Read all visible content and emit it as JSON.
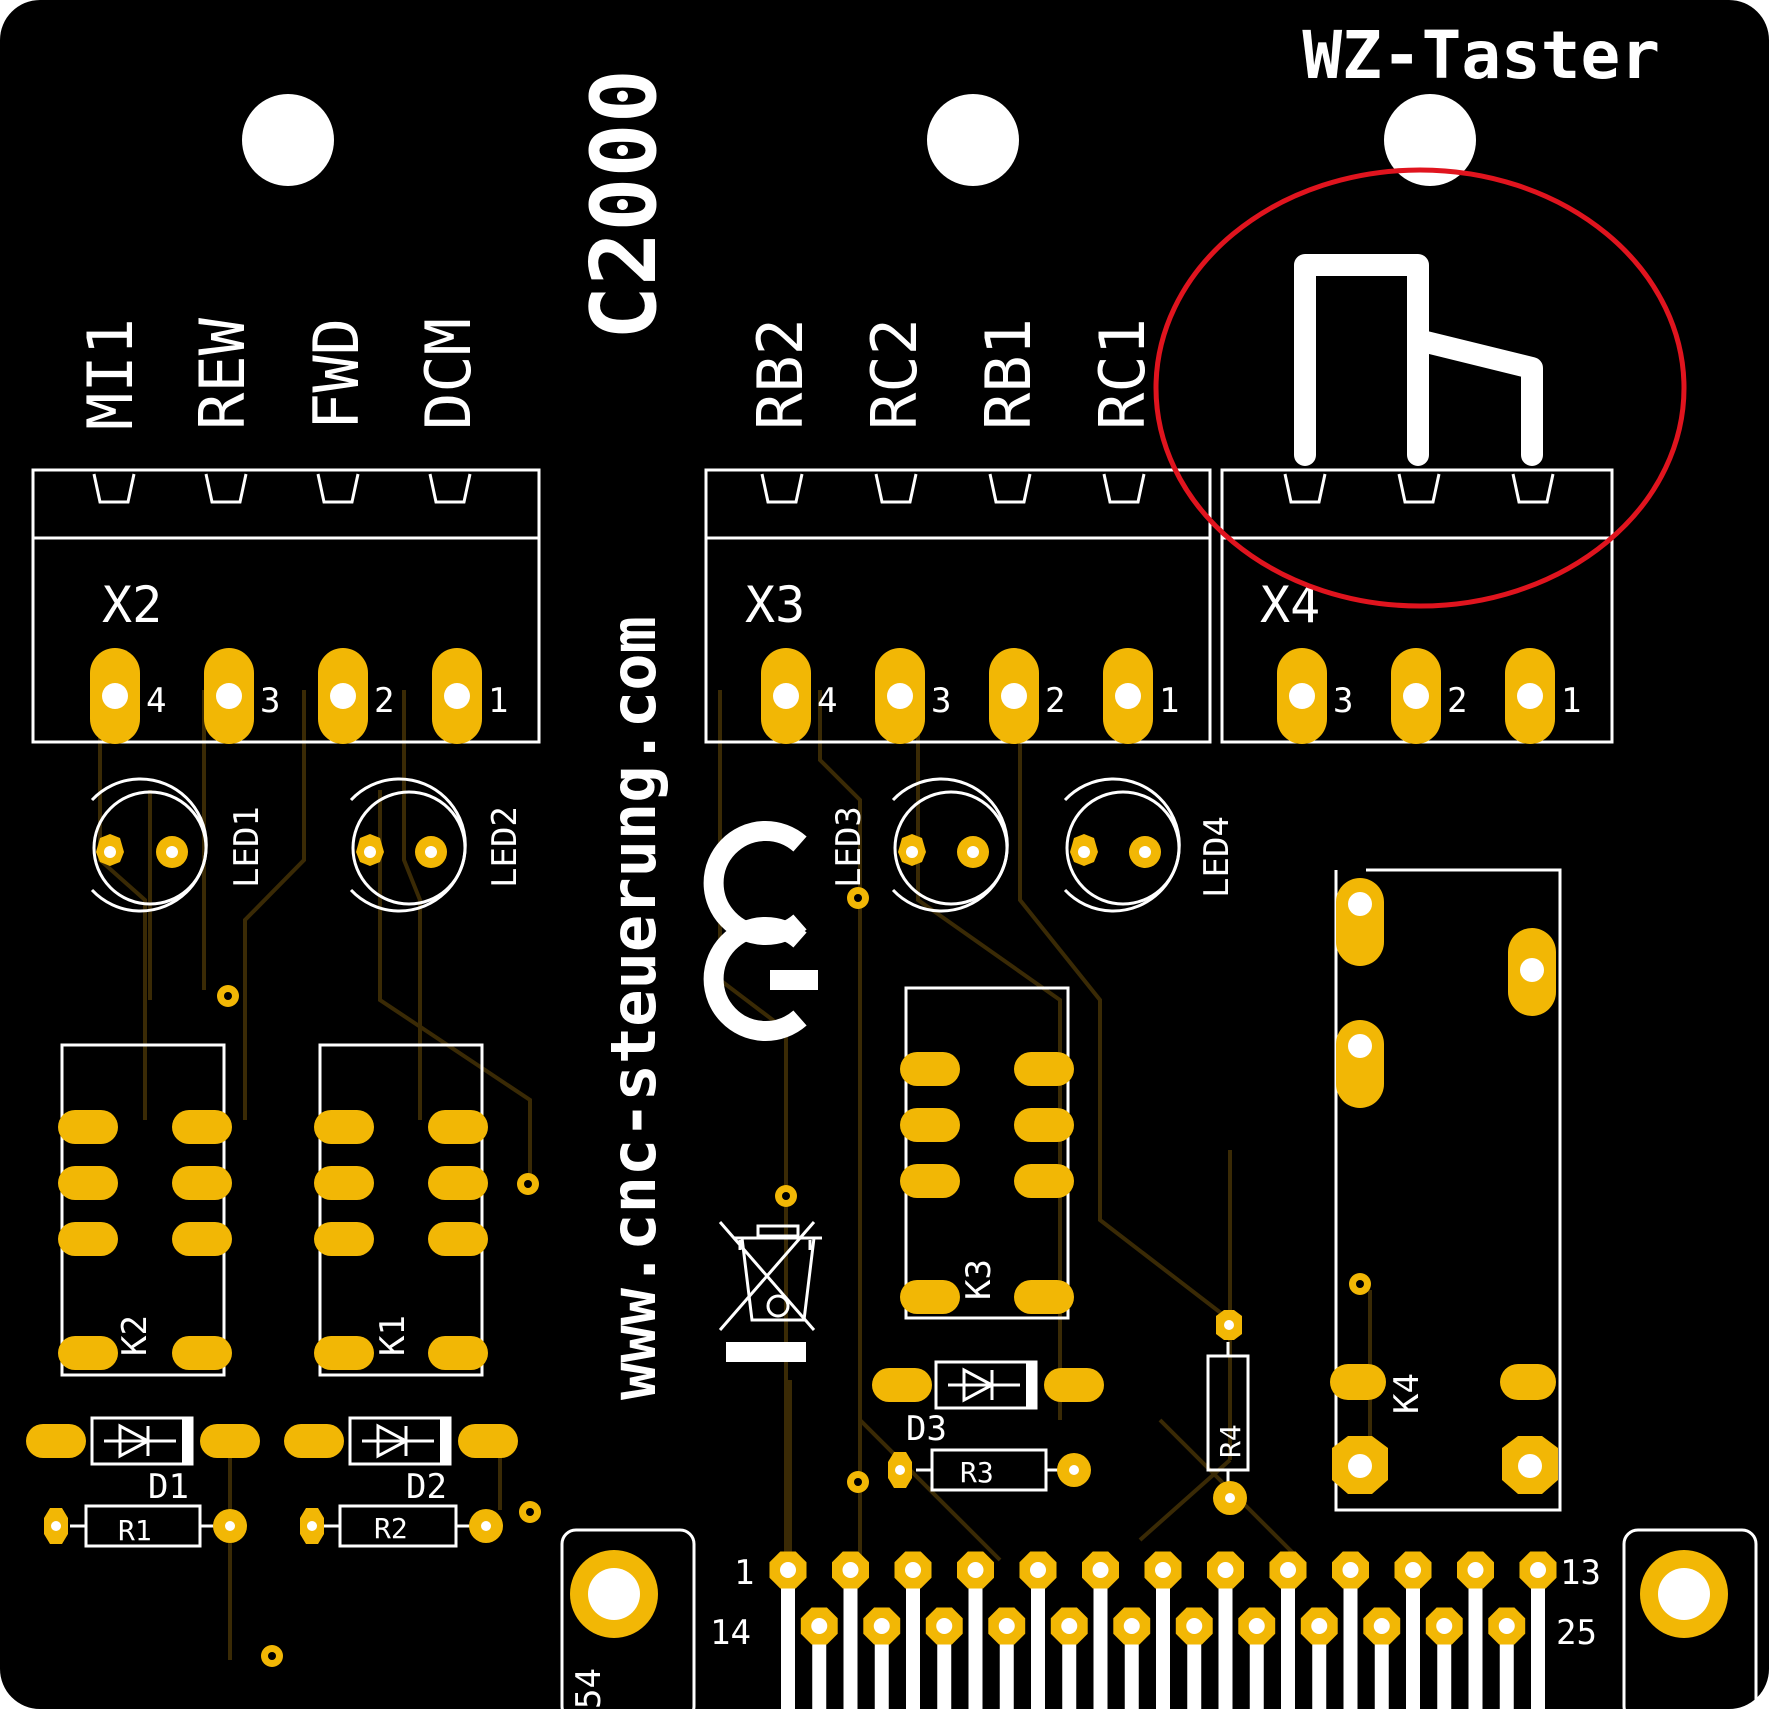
{
  "board": {
    "colors": {
      "board": "#000000",
      "silkscreen": "#ffffff",
      "copper": "#f2b705",
      "trace": "#3a2a05",
      "highlight": "#e0141e"
    },
    "title": "WZ-Taster",
    "model": "C2000",
    "website": "www.cnc-steuerung.com",
    "marks": {
      "ce": "CE",
      "weee": "weee-bin-icon"
    }
  },
  "connectors": [
    {
      "ref": "X2",
      "labels": [
        "MI1",
        "REW",
        "FWD",
        "DCM"
      ],
      "pins": [
        "4",
        "3",
        "2",
        "1"
      ]
    },
    {
      "ref": "X3",
      "labels": [
        "RB2",
        "RC2",
        "RB1",
        "RC1"
      ],
      "pins": [
        "4",
        "3",
        "2",
        "1"
      ]
    },
    {
      "ref": "X4",
      "labels": [],
      "pins": [
        "3",
        "2",
        "1"
      ]
    }
  ],
  "leds": [
    "LED1",
    "LED2",
    "LED3",
    "LED4"
  ],
  "relays": [
    "K1",
    "K2",
    "K3",
    "K4"
  ],
  "diodes": [
    "D1",
    "D2",
    "D3"
  ],
  "resistors": [
    "R1",
    "R2",
    "R3",
    "R4"
  ],
  "dsub": {
    "top_first": "1",
    "top_last": "13",
    "bottom_first": "14",
    "bottom_last": "25",
    "partial_label": "54"
  }
}
